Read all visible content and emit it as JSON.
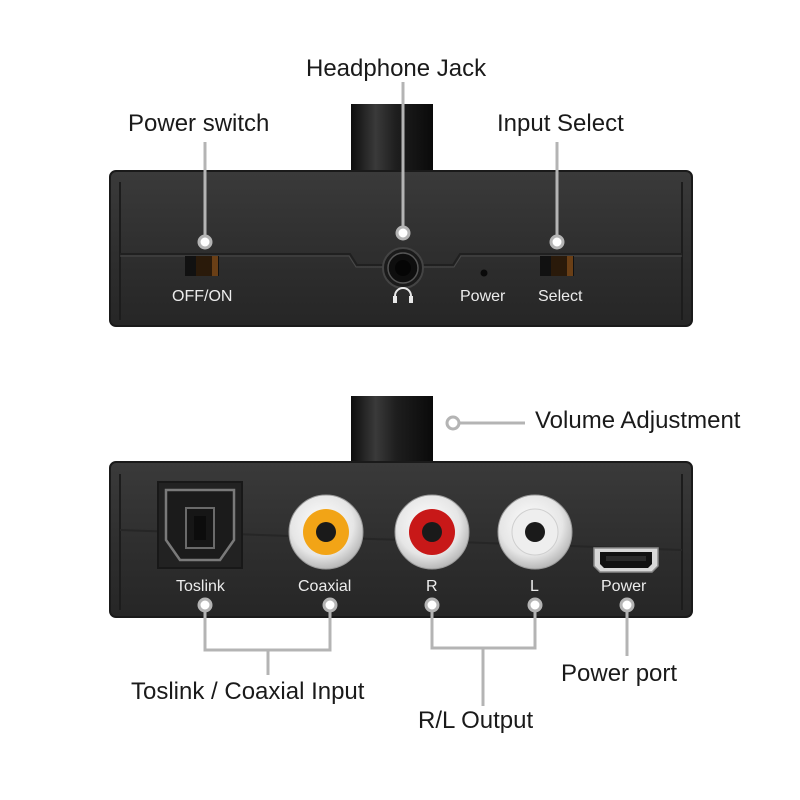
{
  "callouts": {
    "headphone_jack": "Headphone Jack",
    "power_switch": "Power switch",
    "input_select": "Input Select",
    "volume_adjustment": "Volume Adjustment",
    "toslink_coaxial_input": "Toslink / Coaxial Input",
    "rl_output": "R/L Output",
    "power_port": "Power port"
  },
  "front_panel": {
    "off_on": "OFF/ON",
    "power": "Power",
    "select": "Select"
  },
  "back_panel": {
    "toslink": "Toslink",
    "coaxial": "Coaxial",
    "r": "R",
    "l": "L",
    "power": "Power"
  },
  "colors": {
    "chassis": "#2e2e2e",
    "coaxial_insert": "#f2a416",
    "r_insert": "#c81818",
    "l_insert": "#eeeeee",
    "leader_line": "#b4b4b4"
  },
  "icons": {
    "headphone_symbol": "headphone-icon"
  }
}
